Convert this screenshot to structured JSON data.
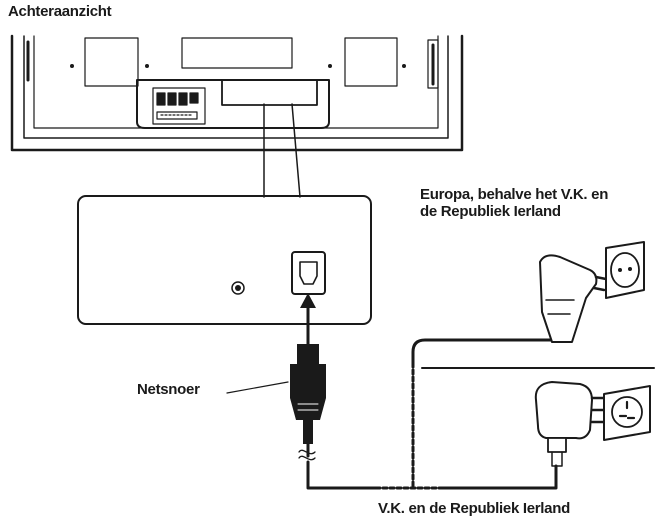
{
  "labels": {
    "rear_view": "Achteraanzicht",
    "europe_line1": "Europa, behalve het V.K. en",
    "europe_line2": "de Republiek Ierland",
    "power_cord": "Netsnoer",
    "uk_ireland": "V.K. en de Republiek Ierland"
  }
}
